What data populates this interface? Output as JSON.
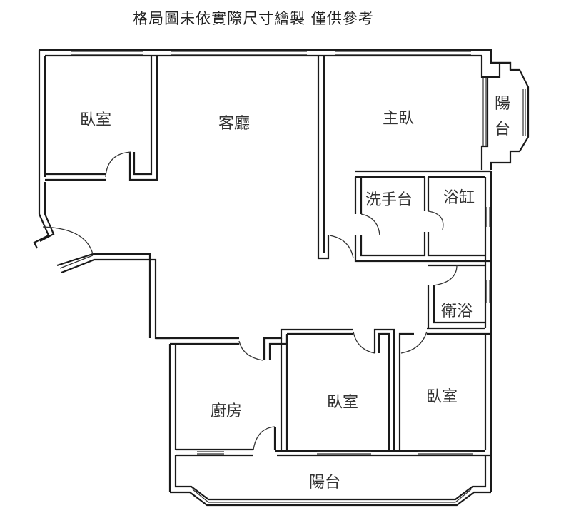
{
  "title": "格局圖未依實際尺寸繪製 僅供參考",
  "rooms": {
    "bedroom_nw": "臥室",
    "living_room": "客廳",
    "master_bedroom": "主臥",
    "balcony_east": "陽台",
    "wash_basin": "洗手台",
    "bathtub": "浴缸",
    "bathroom": "衛浴",
    "kitchen": "廚房",
    "bedroom_s_middle": "臥室",
    "bedroom_se": "臥室",
    "balcony_south": "陽台"
  },
  "colors": {
    "wall": "#1a1a1a",
    "background": "#ffffff",
    "text": "#333333"
  }
}
